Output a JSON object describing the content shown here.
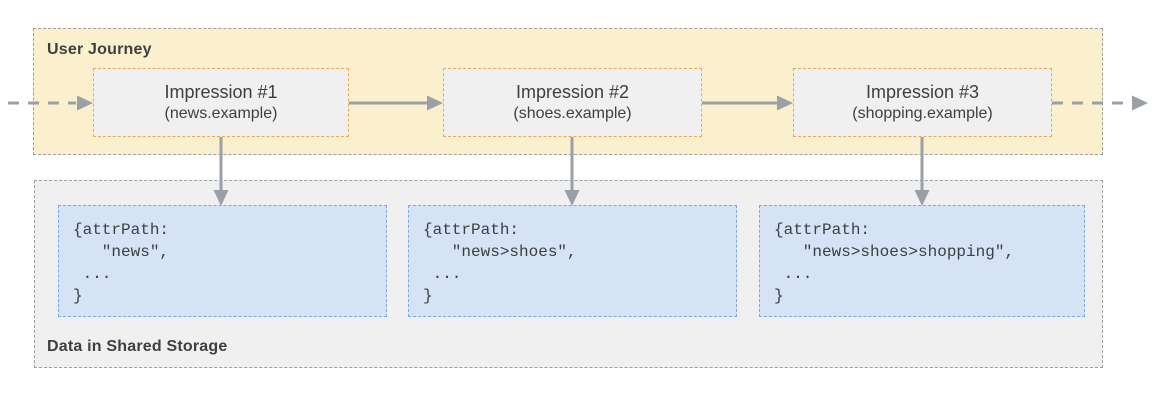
{
  "colors": {
    "arrow": "#9AA0A6",
    "band-border": "#9AA0A6",
    "journey-fill": "#FBF0CD",
    "panel-fill": "#F0F0F1",
    "impression-fill": "#F0F0F1",
    "impression-border": "#F2A74E",
    "code-fill": "#D5E3F5",
    "code-border": "#79A8F0",
    "text": "#3C4043"
  },
  "journey": {
    "label": "User Journey",
    "impressions": [
      {
        "title": "Impression #1",
        "domain": "(news.example)"
      },
      {
        "title": "Impression #2",
        "domain": "(shoes.example)"
      },
      {
        "title": "Impression #3",
        "domain": "(shopping.example)"
      }
    ]
  },
  "storage": {
    "label": "Data in Shared Storage",
    "entries": [
      {
        "code": "{attrPath:\n   \"news\",\n ...\n}"
      },
      {
        "code": "{attrPath:\n   \"news>shoes\",\n ...\n}"
      },
      {
        "code": "{attrPath:\n   \"news>shoes>shopping\",\n ...\n}"
      }
    ]
  }
}
